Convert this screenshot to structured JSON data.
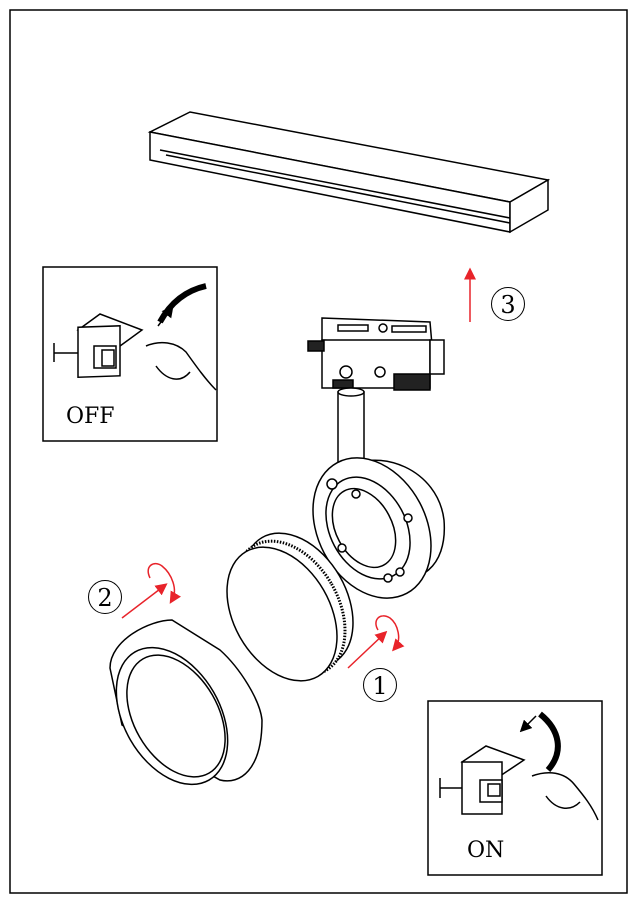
{
  "steps": {
    "step1": "1",
    "step2": "2",
    "step3": "3"
  },
  "switches": {
    "off_label": "OFF",
    "on_label": "ON"
  },
  "colors": {
    "arrow": "#e8232a",
    "line": "#000000"
  }
}
